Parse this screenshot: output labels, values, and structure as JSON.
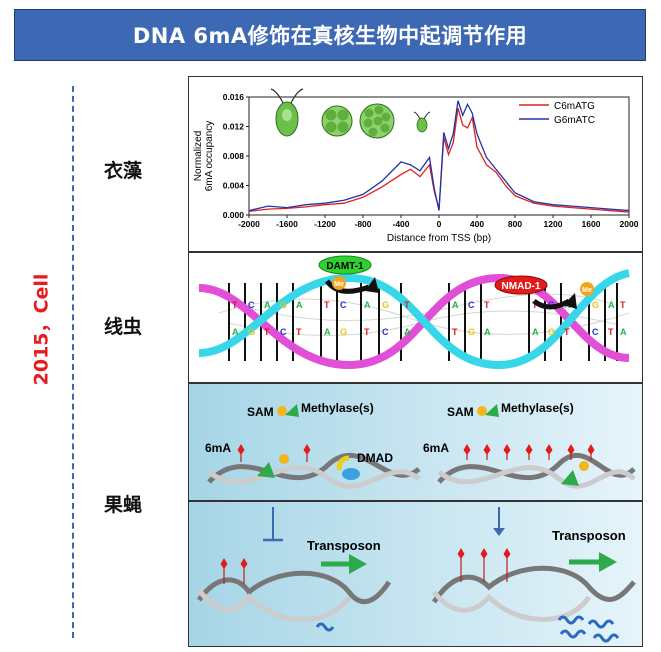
{
  "title": "DNA 6mA修饰在真核生物中起调节作用",
  "timeline_label": "2015，Cell",
  "organisms": [
    "衣藻",
    "线虫",
    "果蝇"
  ],
  "chart_data": {
    "type": "line",
    "xlabel": "Distance from TSS (bp)",
    "ylabel": "Normalized\n6mA occupancy",
    "xlim": [
      -2000,
      2000
    ],
    "ylim": [
      0,
      0.016
    ],
    "x_ticks": [
      "-2000",
      "-1600",
      "-1200",
      "-800",
      "-400",
      "0",
      "400",
      "800",
      "1200",
      "1600",
      "2000"
    ],
    "y_ticks": [
      "0.000",
      "0.004",
      "0.008",
      "0.012",
      "0.016"
    ],
    "legend_position": "top-right",
    "series": [
      {
        "name": "C6mATG",
        "color": "#e0201c",
        "x": [
          -2000,
          -1800,
          -1600,
          -1400,
          -1200,
          -1000,
          -800,
          -600,
          -400,
          -300,
          -200,
          -100,
          -50,
          0,
          50,
          100,
          150,
          200,
          250,
          300,
          350,
          400,
          500,
          600,
          700,
          800,
          1000,
          1200,
          1400,
          1600,
          1800,
          2000
        ],
        "y": [
          0.0005,
          0.0008,
          0.0009,
          0.0011,
          0.0014,
          0.0016,
          0.0024,
          0.0038,
          0.0055,
          0.0062,
          0.0052,
          0.0068,
          0.0032,
          0.0008,
          0.0105,
          0.0082,
          0.0098,
          0.0145,
          0.0122,
          0.0118,
          0.0132,
          0.0092,
          0.0068,
          0.0058,
          0.004,
          0.0026,
          0.0016,
          0.0012,
          0.001,
          0.0008,
          0.0006,
          0.0004
        ]
      },
      {
        "name": "G6mATC",
        "color": "#2233a8",
        "x": [
          -2000,
          -1800,
          -1600,
          -1400,
          -1200,
          -1000,
          -800,
          -600,
          -400,
          -300,
          -200,
          -100,
          -50,
          0,
          50,
          100,
          150,
          200,
          250,
          300,
          350,
          400,
          500,
          600,
          700,
          800,
          1000,
          1200,
          1400,
          1600,
          1800,
          2000
        ],
        "y": [
          0.0006,
          0.0012,
          0.001,
          0.0014,
          0.0016,
          0.002,
          0.0028,
          0.0046,
          0.0072,
          0.0068,
          0.006,
          0.0078,
          0.0036,
          0.0006,
          0.0112,
          0.009,
          0.011,
          0.0155,
          0.0135,
          0.015,
          0.0138,
          0.011,
          0.0078,
          0.0062,
          0.0046,
          0.003,
          0.0018,
          0.0014,
          0.0012,
          0.001,
          0.0008,
          0.0006
        ]
      }
    ]
  },
  "worm_labels": {
    "damt": "DAMT-1",
    "nmad": "NMAD-1",
    "me": "Me"
  },
  "worm_bases": [
    "T",
    "A",
    "C",
    "G",
    "A",
    "T",
    "G",
    "C",
    "A",
    "T",
    "T",
    "A",
    "C",
    "G",
    "A",
    "T",
    "G",
    "C",
    "T",
    "A",
    "A",
    "T",
    "C",
    "G",
    "T",
    "A"
  ],
  "fly_labels": {
    "sam": "SAM",
    "methylase": "Methylase(s)",
    "sixma": "6mA",
    "dmad": "DMAD",
    "transposon": "Transposon"
  }
}
